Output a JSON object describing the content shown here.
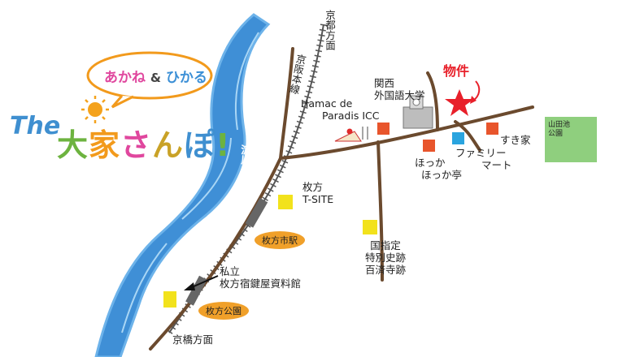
{
  "title": {
    "bubble_left": "あかね",
    "bubble_amp": "&",
    "bubble_right": "ひかる",
    "the_text": "The",
    "main_chars": [
      "大",
      "家",
      "さ",
      "ん",
      "ぽ",
      "!"
    ]
  },
  "labels": {
    "kyoto_direction": "京都方面",
    "keihan_line": "京阪本線",
    "yodogawa": "淀川",
    "hamac_line1": "Hamac de",
    "hamac_line2": "Paradis ICC",
    "kansai_gaidai_line1": "関西",
    "kansai_gaidai_line2": "外国語大学",
    "property": "物件",
    "sukiya": "すき家",
    "familymart_line1": "ファミリー",
    "familymart_line2": "マート",
    "hokka_line1": "ほっか",
    "hokka_line2": "ほっか亭",
    "park_line1": "山田池",
    "park_line2": "公園",
    "tsite_line1": "枚方",
    "tsite_line2": "T-SITE",
    "hirakatashi_station": "枚方市駅",
    "kudara_line1": "国指定",
    "kudara_line2": "特別史跡",
    "kudara_line3": "百済寺跡",
    "museum_line1": "私立",
    "museum_line2": "枚方宿鍵屋資料館",
    "hirakatakoen_station": "枚方公園",
    "kyobashi_direction": "京橋方面"
  },
  "colors": {
    "river": "#3f8fd6",
    "road": "#6b4a2e",
    "property_star": "#e8202a",
    "shop_marker": "#e8552c",
    "familymart_marker": "#2aa4df",
    "yellow_marker": "#f2e21c",
    "station_oval": "#f0a02a",
    "park": "#8fcf7e"
  }
}
